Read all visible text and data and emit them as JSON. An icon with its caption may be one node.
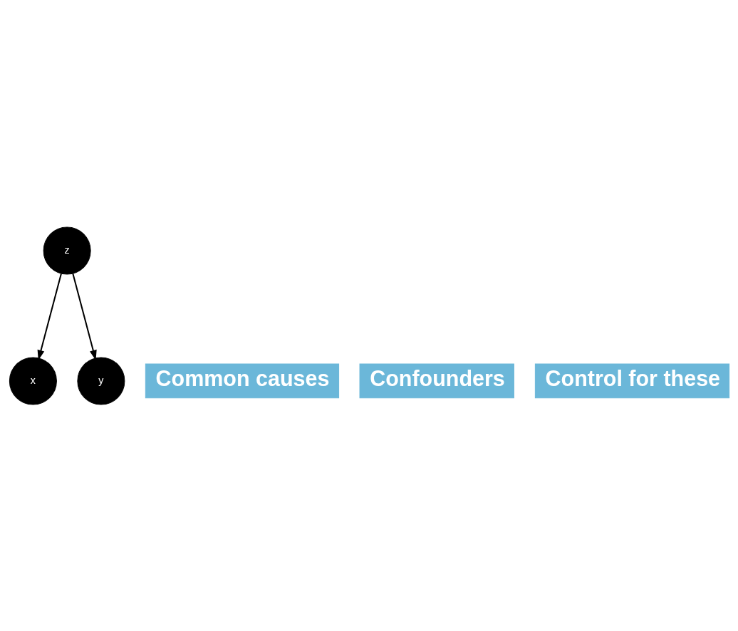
{
  "diagram": {
    "nodes": [
      {
        "text": [
          "z"
        ]
      },
      {
        "text": [
          "x"
        ]
      },
      {
        "text": [
          "y"
        ]
      },
      {
        "text": [
          "Common causes"
        ]
      },
      {
        "text": [
          "Confounders"
        ]
      },
      {
        "text": [
          "Control for these"
        ]
      }
    ],
    "edges": [
      {
        "from": 0,
        "to": 1,
        "arrow": "to"
      },
      {
        "from": 0,
        "to": 2,
        "arrow": "to"
      }
    ]
  }
}
